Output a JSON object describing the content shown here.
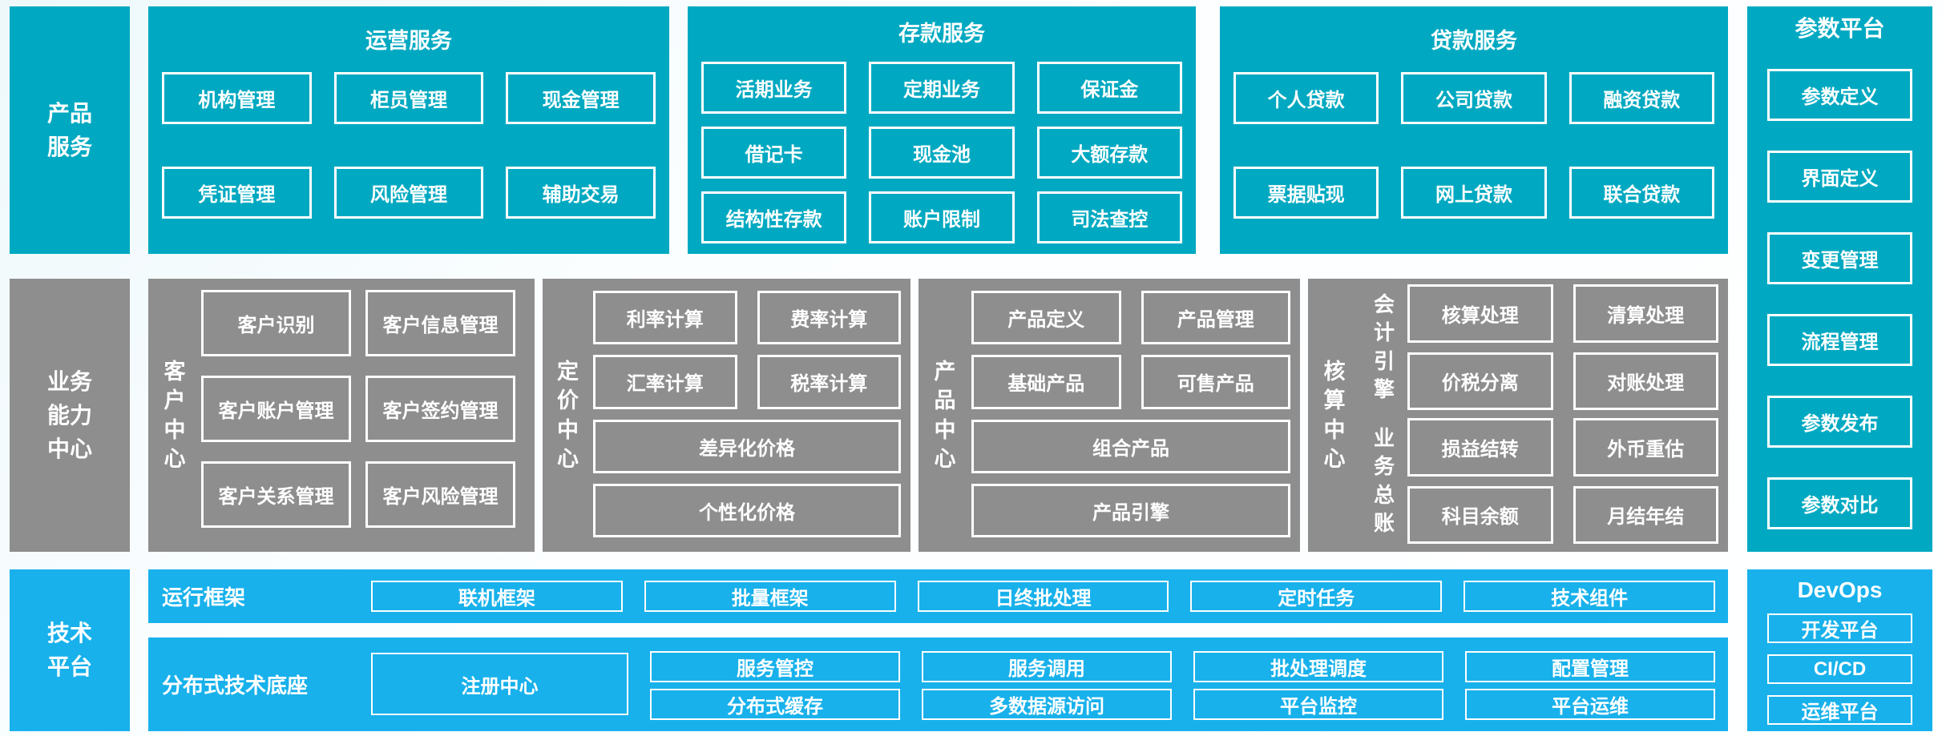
{
  "palette": {
    "teal": "#00a9c1",
    "gray": "#8e8e8e",
    "blue": "#18b1eb",
    "node_text": "#ffffff"
  },
  "rails": {
    "product": "产品\n服务",
    "capability": "业务\n能力\n中心",
    "tech": "技术\n平台"
  },
  "top_sections": {
    "operations": {
      "title": "运营服务",
      "boxes": [
        "机构管理",
        "柜员管理",
        "现金管理",
        "凭证管理",
        "风险管理",
        "辅助交易"
      ]
    },
    "deposit": {
      "title": "存款服务",
      "boxes": [
        "活期业务",
        "定期业务",
        "保证金",
        "借记卡",
        "现金池",
        "大额存款",
        "结构性存款",
        "账户限制",
        "司法查控"
      ]
    },
    "loan": {
      "title": "贷款服务",
      "boxes": [
        "个人贷款",
        "公司贷款",
        "融资贷款",
        "票据贴现",
        "网上贷款",
        "联合贷款"
      ]
    }
  },
  "param_platform": {
    "title": "参数平台",
    "boxes": [
      "参数定义",
      "界面定义",
      "变更管理",
      "流程管理",
      "参数发布",
      "参数对比"
    ]
  },
  "capability_sections": {
    "customer": {
      "rail": "客\n户\n中\n心",
      "boxes": [
        "客户识别",
        "客户信息管理",
        "客户账户管理",
        "客户签约管理",
        "客户关系管理",
        "客户风险管理"
      ]
    },
    "pricing": {
      "rail": "定\n价\n中\n心",
      "boxes": [
        "利率计算",
        "费率计算",
        "汇率计算",
        "税率计算"
      ],
      "wide": [
        "差异化价格",
        "个性化价格"
      ]
    },
    "product_center": {
      "rail": "产\n品\n中\n心",
      "boxes": [
        "产品定义",
        "产品管理",
        "基础产品",
        "可售产品"
      ],
      "wide": [
        "组合产品",
        "产品引擎"
      ]
    },
    "accounting": {
      "rail": "核\n算\n中\n心",
      "groups": [
        {
          "rail": "会\n计\n引\n擎",
          "boxes": [
            "核算处理",
            "清算处理",
            "价税分离",
            "对账处理"
          ]
        },
        {
          "rail": "业\n务\n总\n账",
          "boxes": [
            "损益结转",
            "外币重估",
            "科目余额",
            "月结年结"
          ]
        }
      ]
    }
  },
  "tech_platform": {
    "runtime": {
      "label": "运行框架",
      "boxes": [
        "联机框架",
        "批量框架",
        "日终批处理",
        "定时任务",
        "技术组件"
      ]
    },
    "distributed": {
      "label": "分布式技术底座",
      "registry": "注册中心",
      "boxes": [
        "服务管控",
        "服务调用",
        "批处理调度",
        "配置管理",
        "分布式缓存",
        "多数据源访问",
        "平台监控",
        "平台运维"
      ]
    }
  },
  "devops": {
    "title": "DevOps",
    "boxes": [
      "开发平台",
      "CI/CD",
      "运维平台"
    ]
  }
}
